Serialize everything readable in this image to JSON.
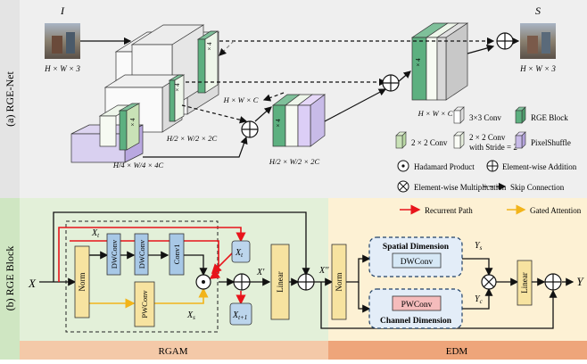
{
  "top": {
    "section_label": "(a) RGE-Net",
    "input_symbol": "I",
    "output_symbol": "S",
    "input_dims": "H × W × 3",
    "output_dims": "H × W × 3",
    "dim_hwc_left": "H × W × C",
    "dim_h2_left": "H/2 × W/2 × 2C",
    "dim_h4": "H/4 × W/4 × 4C",
    "dim_h2_right": "H/2 × W/2 × 2C",
    "dim_hwc_right": "H × W × C",
    "block_multiplier": "× 4",
    "legend": {
      "conv3": "3×3 Conv",
      "rge_block": "RGE Block",
      "conv2": "2 × 2 Conv",
      "conv2_stride_line1": "2 × 2 Conv",
      "conv2_stride_line2": "with Stride = 2",
      "pixelshuffle": "PixelShuffle",
      "hadamard": "Hadamard Product",
      "add": "Element-wise Addition",
      "mult": "Element-wise Multiplication",
      "skip": "Skip Connection"
    }
  },
  "bottom": {
    "section_label": "(b) RGE Block",
    "legend_recurrent": "Recurrent Path",
    "legend_gated": "Gated Attention",
    "input": "X",
    "output": "Y",
    "norm1": "Norm",
    "dwconv1": "DWConv",
    "dwconv2": "DWConv",
    "conv1": "Conv1",
    "pwconv": "PWConv",
    "xt_in": "X",
    "xt_in_sub": "t",
    "xs_label": "X",
    "xs_sub": "s",
    "box_xt": "X",
    "box_xt_sub": "t",
    "box_xt1": "X",
    "box_xt1_sub": "t+1",
    "x_prime": "X'",
    "linear1": "Linear",
    "x_dprime": "X''",
    "norm2": "Norm",
    "spatial_title": "Spatial Dimension",
    "spatial_conv": "DWConv",
    "channel_title": "Channel Dimension",
    "channel_conv": "PWConv",
    "ys": "Y",
    "ys_sub": "s",
    "yc": "Y",
    "yc_sub": "c",
    "linear2": "Linear",
    "rgam": "RGAM",
    "edm": "EDM"
  },
  "colors": {
    "recurrent": "#e8141b",
    "gated": "#f2b41a",
    "rge_green": "#5db080",
    "light_green": "#c9e2b7",
    "pixelshuffle": "#c8bbe8",
    "dwconv_blue": "#a8c8e6",
    "norm_yellow": "#f7e3a0",
    "pwconv_pink": "#f5bcbc"
  }
}
